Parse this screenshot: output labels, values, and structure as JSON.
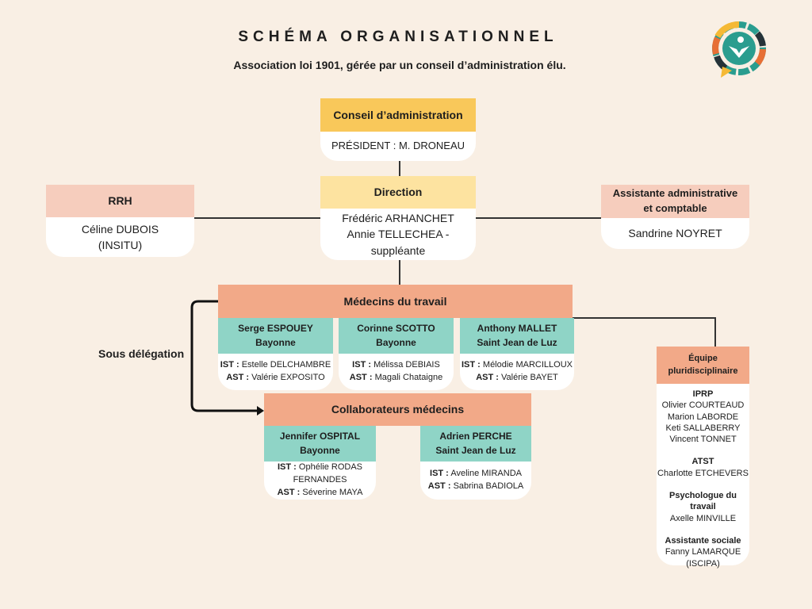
{
  "title": "SCHÉMA ORGANISATIONNEL",
  "subtitle": "Association loi 1901, gérée par un conseil d’administration élu.",
  "conseil": {
    "title": "Conseil d’administration",
    "body": "PRÉSIDENT : M. DRONEAU"
  },
  "direction": {
    "title": "Direction",
    "lines": [
      "Frédéric ARHANCHET",
      "Annie TELLECHEA -",
      "suppléante"
    ]
  },
  "rrh": {
    "title": "RRH",
    "lines": [
      "Céline DUBOIS",
      "(INSITU)"
    ]
  },
  "assistante": {
    "title": [
      "Assistante administrative",
      "et comptable"
    ],
    "body": "Sandrine NOYRET"
  },
  "medecins": {
    "title": "Médecins du travail",
    "items": [
      {
        "name": "Serge ESPOUEY",
        "city": "Bayonne",
        "ist": "Estelle DELCHAMBRE",
        "ast": "Valérie EXPOSITO"
      },
      {
        "name": "Corinne SCOTTO",
        "city": "Bayonne",
        "ist": "Mélissa DEBIAIS",
        "ast": "Magali Chataigne"
      },
      {
        "name": "Anthony MALLET",
        "city": "Saint Jean de Luz",
        "ist": "Mélodie MARCILLOUX",
        "ast": "Valérie BAYET"
      }
    ]
  },
  "delegation": "Sous délégation",
  "collaborateurs": {
    "title": "Collaborateurs médecins",
    "items": [
      {
        "name": "Jennifer OSPITAL",
        "city": "Bayonne",
        "ist": "Ophélie RODAS",
        "ist2": "FERNANDES",
        "ast": "Séverine MAYA"
      },
      {
        "name": "Adrien PERCHE",
        "city": "Saint Jean de Luz",
        "ist": "Aveline MIRANDA",
        "ast": "Sabrina BADIOLA"
      }
    ]
  },
  "labels": {
    "ist": "IST :",
    "ast": "AST :"
  },
  "equipe": {
    "title": "Équipe pluridisciplinaire",
    "groups": [
      {
        "title": "IPRP",
        "members": [
          "Olivier COURTEAUD",
          "Marion LABORDE",
          "Keti SALLABERRY",
          "Vincent TONNET"
        ]
      },
      {
        "title": "ATST",
        "members": [
          "Charlotte ETCHEVERS"
        ]
      },
      {
        "title": "Psychologue du travail",
        "members": [
          "Axelle MINVILLE"
        ]
      },
      {
        "title": "Assistante sociale",
        "members": [
          "Fanny LAMARQUE",
          "(ISCIPA)"
        ]
      }
    ]
  },
  "colors": {
    "yellow": "#f9c85a",
    "light_yellow": "#fde3a0",
    "salmon": "#f2a988",
    "pink": "#f6cdbd",
    "teal": "#8fd4c6"
  }
}
